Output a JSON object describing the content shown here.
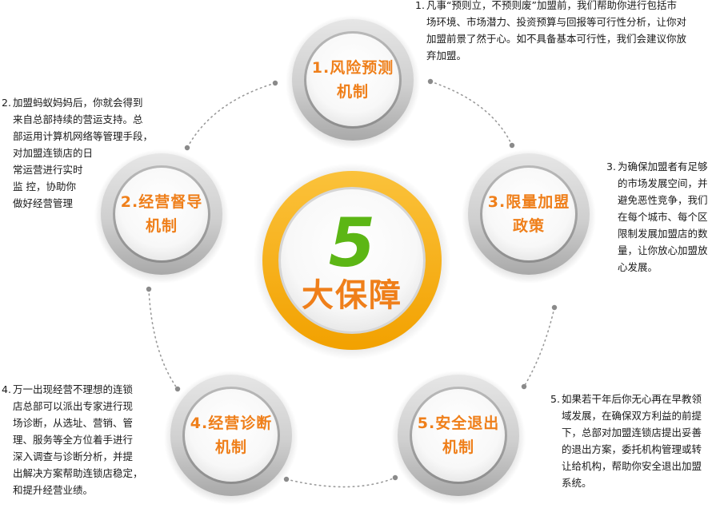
{
  "center": {
    "number": "5",
    "title": "大保障"
  },
  "nodes": [
    {
      "label": "1.风险预测\n机制"
    },
    {
      "label": "2.经营督导\n机制"
    },
    {
      "label": "3.限量加盟\n政策"
    },
    {
      "label": "4.经营诊断\n机制"
    },
    {
      "label": "5.安全退出\n机制"
    }
  ],
  "descriptions": [
    {
      "num": "1.",
      "lines": [
        "凡事“预则立，不预则废”加盟前，我们帮助你进行包括市",
        "场环境、市场潜力、投资预算与回报等可行性分析，让你对",
        "加盟前景了然于心。如不具备基本可行性，我们会建议你放",
        "弃加盟。"
      ]
    },
    {
      "num": "2.",
      "lines": [
        "加盟蚂蚁妈妈后，你就会得到",
        "来自总部持续的营运支持。总",
        "部运用计算机网络等管理手段，",
        "对加盟连锁店的日",
        "常运营进行实时",
        "监 控，协助你",
        "做好经营管理"
      ]
    },
    {
      "num": "3.",
      "lines": [
        "为确保加盟者有足够",
        "的市场发展空间，并",
        "避免恶性竞争，我们",
        "在每个城市、每个区",
        "限制发展加盟店的数",
        "量，让你放心加盟放",
        "心发展。"
      ]
    },
    {
      "num": "4.",
      "lines": [
        "万一出现经营不理想的连锁",
        "店总部可以派出专家进行现",
        "场诊断，从选址、营销、管",
        "理、服务等全方位着手进行",
        "深入调查与诊断分析，并提",
        "出解决方案帮助连锁店稳定，",
        "和提升经营业绩。"
      ]
    },
    {
      "num": "5.",
      "lines": [
        "如果若干年后你无心再在早教领",
        "域发展，在确保双方利益的前提",
        "下，总部对加盟连锁店提出妥善",
        "的退出方案，委托机构管理或转",
        "让给机构，帮助你安全退出加盟",
        "系统。"
      ]
    }
  ]
}
